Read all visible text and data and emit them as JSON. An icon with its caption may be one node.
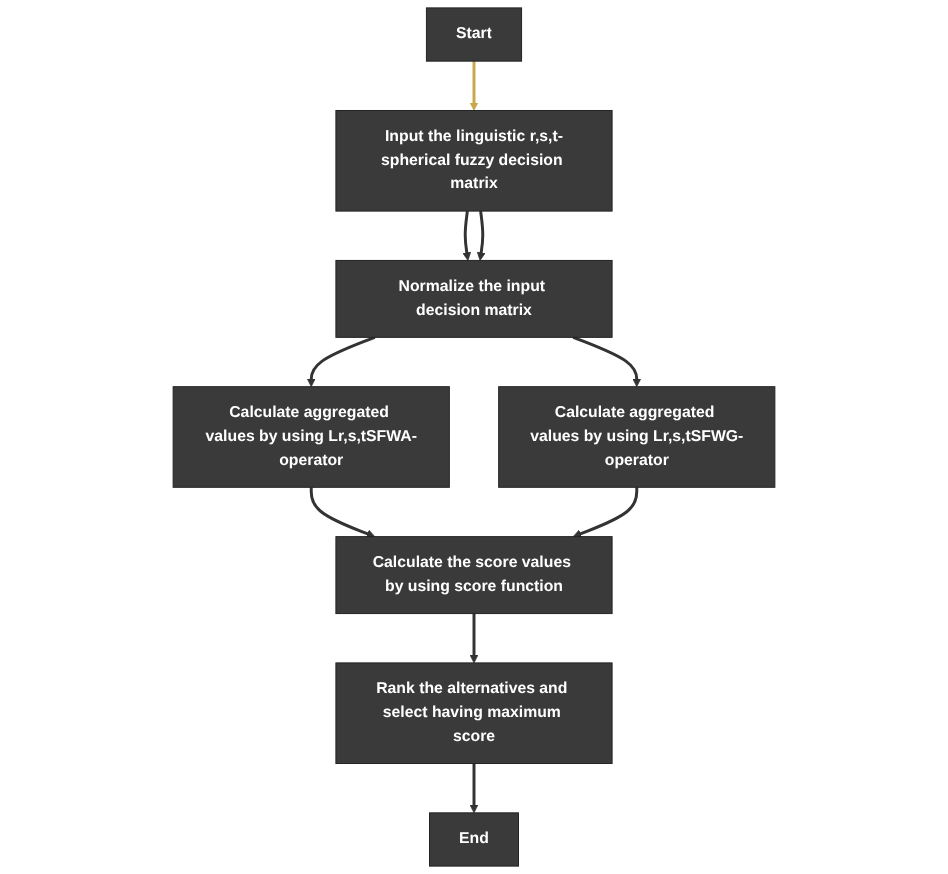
{
  "diagram": {
    "nodes": [
      {
        "text": [
          "Start"
        ]
      },
      {
        "text": [
          "Input the linguistic r,s,t-spherical fuzzy decision matrix"
        ]
      },
      {
        "text": [
          "Normalize the input decision matrix"
        ]
      },
      {
        "text": [
          "Calculate aggregated values by using Lr,s,tSFWA-operator"
        ]
      },
      {
        "text": [
          "Calculate aggregated values by using Lr,s,tSFWG-operator"
        ]
      },
      {
        "text": [
          "Calculate the score values by using score function"
        ]
      },
      {
        "text": [
          "Rank the alternatives and select having maximum score"
        ]
      },
      {
        "text": [
          "End"
        ]
      }
    ],
    "edges": [
      {
        "from": 0,
        "to": 1,
        "arrow": "to",
        "color": "#c8a848"
      },
      {
        "from": 1,
        "to": 2,
        "arrow": "to"
      },
      {
        "from": 1,
        "to": 2,
        "arrow": "to"
      },
      {
        "from": 2,
        "to": 3,
        "arrow": "to"
      },
      {
        "from": 2,
        "to": 4,
        "arrow": "to"
      },
      {
        "from": 3,
        "to": 5,
        "arrow": "to"
      },
      {
        "from": 4,
        "to": 5,
        "arrow": "to"
      },
      {
        "from": 5,
        "to": 6,
        "arrow": "to"
      },
      {
        "from": 6,
        "to": 7,
        "arrow": "to"
      }
    ]
  }
}
